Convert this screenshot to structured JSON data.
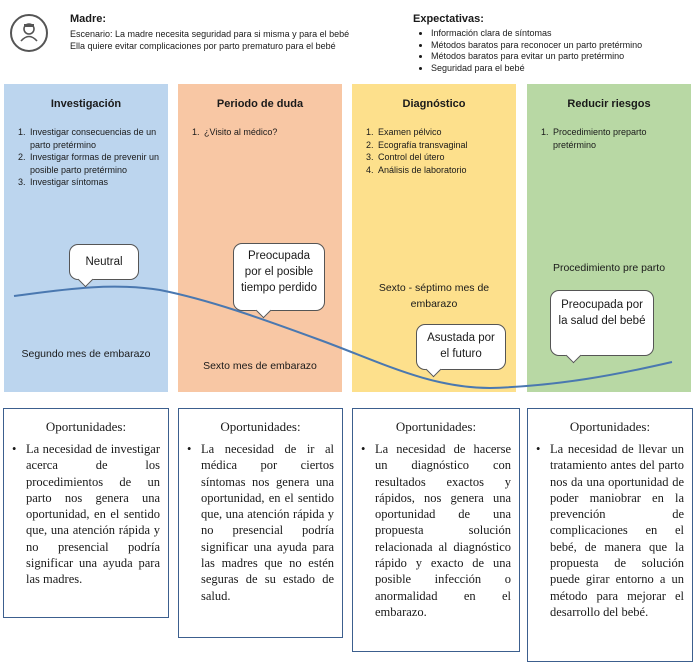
{
  "header": {
    "persona_icon": "person-icon",
    "persona_title": "Madre:",
    "scenario_line1": "Escenario: La madre necesita seguridad para si misma y para el bebé",
    "scenario_line2": "Ella quiere evitar complicaciones por parto prematuro para el bebé",
    "expectations_title": "Expectativas:",
    "expectations": [
      "Información clara de síntomas",
      "Métodos baratos para reconocer un parto pretérmino",
      "Métodos baratos para evitar un parto pretérmino",
      "Seguridad para el bebé"
    ]
  },
  "stages": [
    {
      "title": "Investigación",
      "items": [
        "Investigar consecuencias de un parto pretérmino",
        "Investigar formas de prevenir un posible parto pretérmino",
        "Investigar síntomas"
      ],
      "emotion": "Neutral",
      "timing": "Segundo mes de embarazo",
      "opportunity_title": "Oportunidades:",
      "opportunity": "La necesidad de investigar acerca de los procedimientos de un parto nos genera una oportunidad, en el sentido que, una atención rápida y no presencial podría significar una ayuda para las madres."
    },
    {
      "title": "Periodo de duda",
      "items": [
        "¿Visito al médico?"
      ],
      "emotion": "Preocupada por el posible tiempo perdido",
      "timing": "Sexto mes de embarazo",
      "opportunity_title": "Oportunidades:",
      "opportunity": "La necesidad de ir al médica por ciertos síntomas nos genera una oportunidad, en el sentido que, una atención rápida y no presencial podría significar una ayuda para las madres que no estén seguras de su estado de salud."
    },
    {
      "title": "Diagnóstico",
      "items": [
        "Examen pélvico",
        "Ecografía transvaginal",
        "Control del útero",
        "Análisis de laboratorio"
      ],
      "emotion": "Asustada por el futuro",
      "timing": "Sexto - séptimo mes de embarazo",
      "opportunity_title": "Oportunidades:",
      "opportunity": "La necesidad de hacerse un diagnóstico con resultados exactos y rápidos, nos genera una oportunidad de una propuesta solución relacionada al diagnóstico rápido y exacto de una posible infección o anormalidad en el embarazo."
    },
    {
      "title": "Reducir riesgos",
      "items": [
        "Procedimiento preparto pretérmino"
      ],
      "emotion": "Preocupada por la salud del bebé",
      "timing": "Procedimiento pre parto",
      "opportunity_title": "Oportunidades:",
      "opportunity": "La necesidad de llevar un tratamiento antes del parto nos da una oportunidad de poder maniobrar en la prevención de complicaciones en el bebé, de manera que la propuesta de solución puede girar entorno a un método para mejorar el desarrollo del bebé."
    }
  ],
  "colors": {
    "stage1": "#bcd5ee",
    "stage2": "#f8c7a4",
    "stage3": "#fde08c",
    "stage4": "#b8d8a4",
    "curve": "#4a78b0",
    "opp_border": "#3c5f8e"
  }
}
